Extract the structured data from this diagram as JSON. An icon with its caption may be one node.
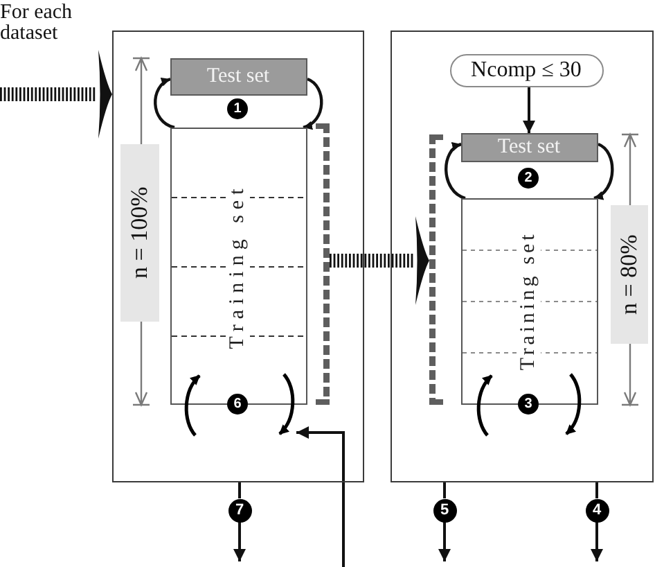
{
  "diagram": {
    "nodes": [
      {
        "text": [],
        "shape": "box"
      },
      {
        "text": [
          "Test set"
        ],
        "in": 0
      },
      {
        "text": [
          "1"
        ],
        "in": 0
      },
      {
        "text": [
          "Training set"
        ],
        "in": 0
      },
      {
        "text": [
          "n = 100%"
        ],
        "in": 0
      },
      {
        "text": [
          "6"
        ],
        "in": 0
      },
      {
        "text": [],
        "shape": "bracket",
        "in": 0
      },
      {
        "text": [],
        "shape": "box"
      },
      {
        "text": [
          "Ncomp ≤ 30"
        ],
        "in": 7
      },
      {
        "text": [
          "Test set"
        ],
        "in": 7
      },
      {
        "text": [
          "2"
        ],
        "in": 7
      },
      {
        "text": [
          "Training set"
        ],
        "in": 7
      },
      {
        "text": [
          "3"
        ],
        "in": 7
      },
      {
        "text": [
          "n = 80%"
        ],
        "in": 7
      },
      {
        "text": [],
        "shape": "bracket",
        "in": 7
      },
      {
        "text": [
          "7"
        ]
      },
      {
        "text": [
          "5"
        ]
      },
      {
        "text": [
          "4"
        ]
      }
    ],
    "edges": [
      {
        "from": null,
        "to": 0,
        "arrow": "to",
        "label": "For each dataset",
        "style": "dashed"
      },
      {
        "from": 3,
        "to": 1,
        "arrow": "to"
      },
      {
        "from": 1,
        "to": 3,
        "arrow": "to"
      },
      {
        "from": 6,
        "to": 14,
        "arrow": "to",
        "style": "dashed"
      },
      {
        "from": 8,
        "to": 9,
        "arrow": "to"
      },
      {
        "from": 11,
        "to": 9,
        "arrow": "to"
      },
      {
        "from": 9,
        "to": 11,
        "arrow": "to"
      },
      {
        "from": 0,
        "to": 15,
        "arrow": "none"
      },
      {
        "from": 15,
        "to": null,
        "arrow": "to"
      },
      {
        "from": 7,
        "to": 16,
        "arrow": "none"
      },
      {
        "from": 16,
        "to": null,
        "arrow": "to"
      },
      {
        "from": 7,
        "to": 17,
        "arrow": "none"
      },
      {
        "from": 17,
        "to": null,
        "arrow": "to"
      },
      {
        "from": null,
        "to": 5,
        "arrow": "to"
      }
    ]
  }
}
